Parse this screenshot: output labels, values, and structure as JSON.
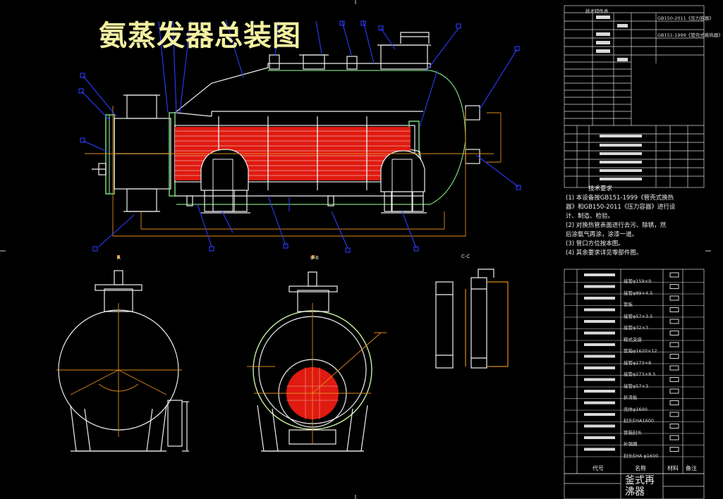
{
  "drawing": {
    "title": "氨蒸发器总装图",
    "section_labels": {
      "view_a": "A",
      "view_b": "B-B",
      "view_c": "C-C"
    },
    "tech_requirements": {
      "heading": "技术要求",
      "lines": [
        "(1) 本设备按GB151-1999《管壳式换热",
        "器》和GB150-2011《压力容器》进行设",
        "计、制造、检验。",
        "(2) 对换热管表面进行去污、除锈，然",
        "后涂氨气再涂，涂漆一道。",
        "(3) 管口方位按本图。",
        "(4) 其余要求详见零部件图。"
      ]
    },
    "design_table": {
      "header": "技术特性表",
      "std_1": "GB150-2011《压力容器》",
      "std_2": "GB151-1999《管壳式换热器》"
    },
    "bom": {
      "rows": [
        "接管φ159×9",
        "接管φ89×4.5",
        "管板",
        "接管φ57×3.5",
        "接管φ32×3",
        "鞍式支座",
        "管箱φ1620×12",
        "接管φ273×8",
        "接管φ273×8.5",
        "接管φ57×3",
        "折流板",
        "壳体φ1600",
        "封头EHA1600",
        "管箱封头",
        "补强圈",
        "封头EHA φ1600"
      ],
      "footer": {
        "code": "代号",
        "name": "名称",
        "material": "材料",
        "remark": "备注"
      }
    },
    "title_block": {
      "name": "釜式再沸器"
    },
    "colors": {
      "tubes": "#e01a10",
      "outline": "#f0f0f0",
      "leader": "#2a3cff",
      "dim": "#e08a1a",
      "title": "#f3f0a0"
    }
  }
}
